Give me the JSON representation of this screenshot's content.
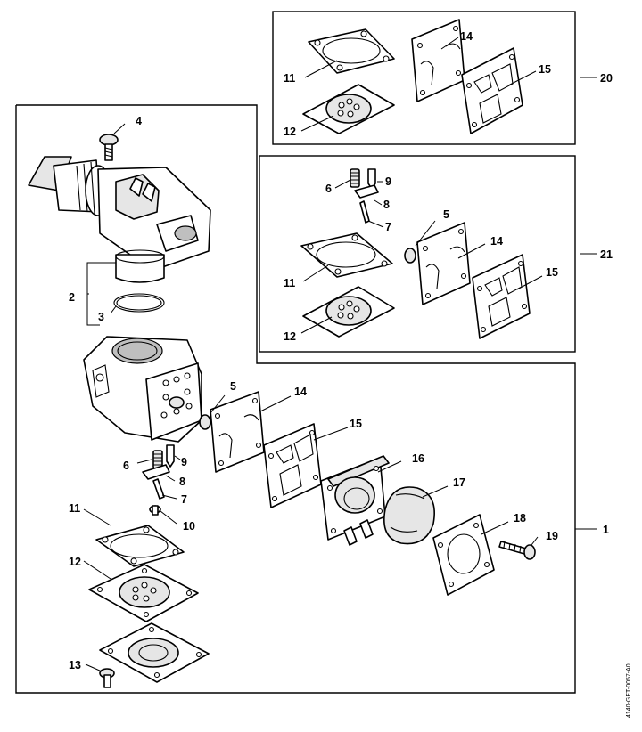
{
  "document_id": "4140-GET-0057-A0",
  "callouts": {
    "c1": "1",
    "c2": "2",
    "c3": "3",
    "c4": "4",
    "c5": "5",
    "c6": "6",
    "c7": "7",
    "c8": "8",
    "c9": "9",
    "c10": "10",
    "c11": "11",
    "c12": "12",
    "c13": "13",
    "c14": "14",
    "c15": "15",
    "c16": "16",
    "c17": "17",
    "c18": "18",
    "c19": "19",
    "kit20_11": "11",
    "kit20_12": "12",
    "kit20_14": "14",
    "kit20_15": "15",
    "kit20": "20",
    "kit21_6": "6",
    "kit21_9": "9",
    "kit21_8": "8",
    "kit21_7": "7",
    "kit21_5": "5",
    "kit21_11": "11",
    "kit21_12": "12",
    "kit21_14": "14",
    "kit21_15": "15",
    "kit21": "21"
  }
}
